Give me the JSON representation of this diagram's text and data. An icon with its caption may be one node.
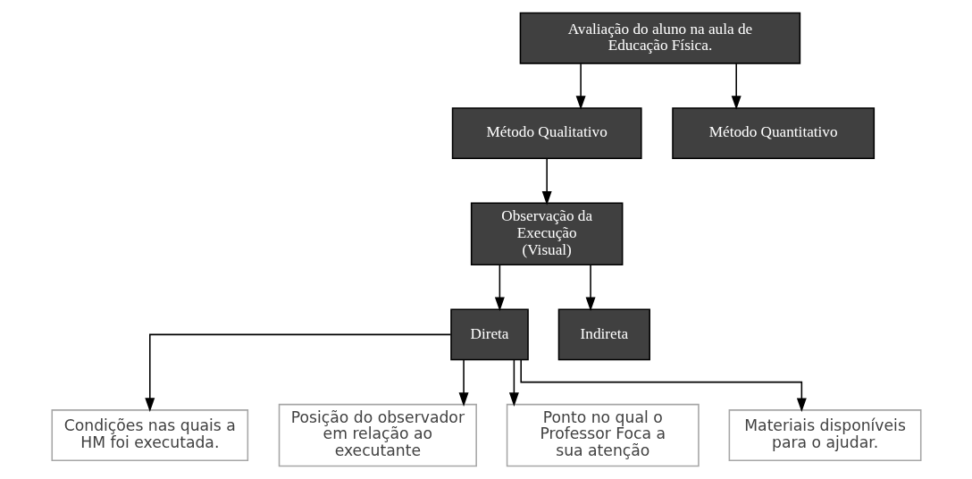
{
  "diagram": {
    "nodes": [
      {
        "text": [
          "Avaliação do aluno na aula de Educação Física."
        ]
      },
      {
        "text": [
          "Método Qualitativo"
        ]
      },
      {
        "text": [
          "Método Quantitativo"
        ]
      },
      {
        "text": [
          "Observação da Execução (Visual)"
        ]
      },
      {
        "text": [
          "Direta"
        ]
      },
      {
        "text": [
          "Indireta"
        ]
      },
      {
        "text": [
          "Condições nas quais a HM foi executada."
        ]
      },
      {
        "text": [
          "Posição do observador em relação ao executante"
        ]
      },
      {
        "text": [
          "Ponto no qual o Professor Foca a sua atenção"
        ]
      },
      {
        "text": [
          "Materiais disponíveis para o ajudar."
        ]
      }
    ],
    "edges": [
      {
        "from": 0,
        "to": 1,
        "arrow": "to"
      },
      {
        "from": 0,
        "to": 2,
        "arrow": "to"
      },
      {
        "from": 1,
        "to": 3,
        "arrow": "to"
      },
      {
        "from": 3,
        "to": 4,
        "arrow": "to"
      },
      {
        "from": 3,
        "to": 5,
        "arrow": "to"
      },
      {
        "from": 4,
        "to": 6,
        "arrow": "to"
      },
      {
        "from": 4,
        "to": 7,
        "arrow": "to"
      },
      {
        "from": 4,
        "to": 8,
        "arrow": "to"
      },
      {
        "from": 4,
        "to": 9,
        "arrow": "to"
      }
    ]
  }
}
